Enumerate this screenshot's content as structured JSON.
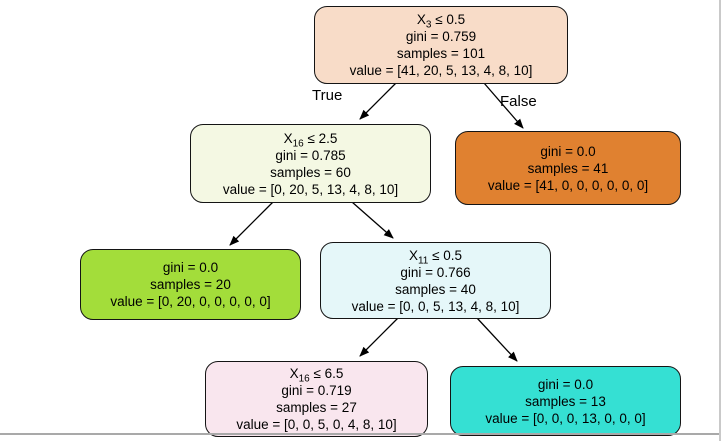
{
  "figure": {
    "type": "decision-tree",
    "classes_count": 7,
    "colors": {
      "root_fill": "#f8dcc8",
      "depth1_left_fill": "#f4f8e3",
      "depth1_right_fill": "#e08130",
      "depth2_left_fill": "#a3dd3a",
      "depth2_right_fill": "#e5f7f9",
      "depth3_left_fill": "#f9e6ee",
      "depth3_right_fill": "#35e0d3",
      "node_border": "#141414",
      "edge_line": "#000000"
    }
  },
  "edges": {
    "true_label": "True",
    "false_label": "False"
  },
  "nodes": [
    {
      "name": "root",
      "condition": {
        "var": "X",
        "sub": "3",
        "rest": " ≤ 0.5"
      },
      "gini": "gini = 0.759",
      "samples": "samples = 101",
      "value": "value = [41, 20, 5, 13, 4, 8, 10]",
      "fill": "#f8dcc8"
    },
    {
      "name": "depth1-left",
      "condition": {
        "var": "X",
        "sub": "16",
        "rest": " ≤ 2.5"
      },
      "gini": "gini = 0.785",
      "samples": "samples = 60",
      "value": "value = [0, 20, 5, 13, 4, 8, 10]",
      "fill": "#f4f8e3"
    },
    {
      "name": "depth1-right-leaf",
      "gini": "gini = 0.0",
      "samples": "samples = 41",
      "value": "value = [41, 0, 0, 0, 0, 0, 0]",
      "fill": "#e08130"
    },
    {
      "name": "depth2-left-leaf",
      "gini": "gini = 0.0",
      "samples": "samples = 20",
      "value": "value = [0, 20, 0, 0, 0, 0, 0]",
      "fill": "#a3dd3a"
    },
    {
      "name": "depth2-right",
      "condition": {
        "var": "X",
        "sub": "11",
        "rest": " ≤ 0.5"
      },
      "gini": "gini = 0.766",
      "samples": "samples = 40",
      "value": "value = [0, 0, 5, 13, 4, 8, 10]",
      "fill": "#e5f7f9"
    },
    {
      "name": "depth3-left",
      "condition": {
        "var": "X",
        "sub": "16",
        "rest": " ≤ 6.5"
      },
      "gini": "gini = 0.719",
      "samples": "samples = 27",
      "value": "value = [0, 0, 5, 0, 4, 8, 10]",
      "fill": "#f9e6ee"
    },
    {
      "name": "depth3-right-leaf",
      "gini": "gini = 0.0",
      "samples": "samples = 13",
      "value": "value = [0, 0, 0, 13, 0, 0, 0]",
      "fill": "#35e0d3"
    }
  ]
}
